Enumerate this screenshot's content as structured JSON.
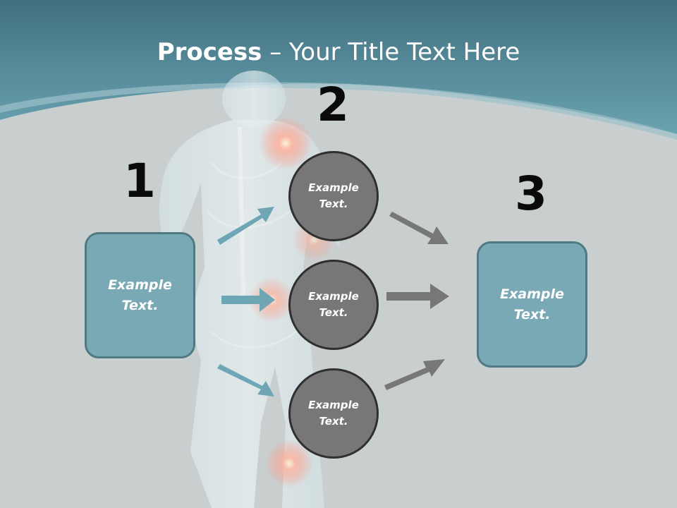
{
  "title": {
    "bold": "Process",
    "rest": " – Your Title Text Here"
  },
  "steps": {
    "one": "1",
    "two": "2",
    "three": "3"
  },
  "left_box": {
    "text": "Example\nText."
  },
  "right_box": {
    "text": "Example\nText."
  },
  "circles": [
    {
      "text": "Example\nText."
    },
    {
      "text": "Example\nText."
    },
    {
      "text": "Example\nText."
    }
  ],
  "colors": {
    "banner": "#4e8a9c",
    "box_fill": "#7aa9b6",
    "blue_arrow": "#6fa6b6",
    "grey_arrow": "#777777",
    "circle_fill": "#777777"
  }
}
